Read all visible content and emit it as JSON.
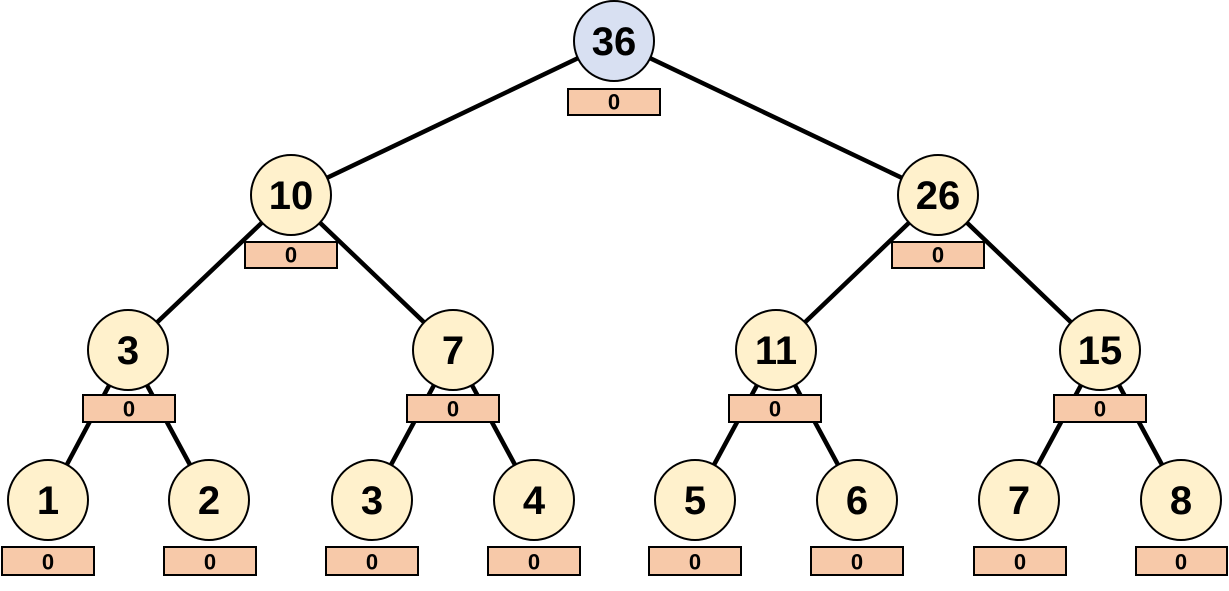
{
  "colors": {
    "root_fill": "#d8e0f2",
    "node_fill": "#fff1cc",
    "lazy_fill": "#f7c9a9",
    "stroke": "#000000"
  },
  "tree": {
    "root": {
      "value": "36",
      "lazy": "0",
      "left": {
        "value": "10",
        "lazy": "0",
        "left": {
          "value": "3",
          "lazy": "0",
          "left": {
            "value": "1",
            "lazy": "0"
          },
          "right": {
            "value": "2",
            "lazy": "0"
          }
        },
        "right": {
          "value": "7",
          "lazy": "0",
          "left": {
            "value": "3",
            "lazy": "0"
          },
          "right": {
            "value": "4",
            "lazy": "0"
          }
        }
      },
      "right": {
        "value": "26",
        "lazy": "0",
        "left": {
          "value": "11",
          "lazy": "0",
          "left": {
            "value": "5",
            "lazy": "0"
          },
          "right": {
            "value": "6",
            "lazy": "0"
          }
        },
        "right": {
          "value": "15",
          "lazy": "0",
          "left": {
            "value": "7",
            "lazy": "0"
          },
          "right": {
            "value": "8",
            "lazy": "0"
          }
        }
      }
    }
  }
}
